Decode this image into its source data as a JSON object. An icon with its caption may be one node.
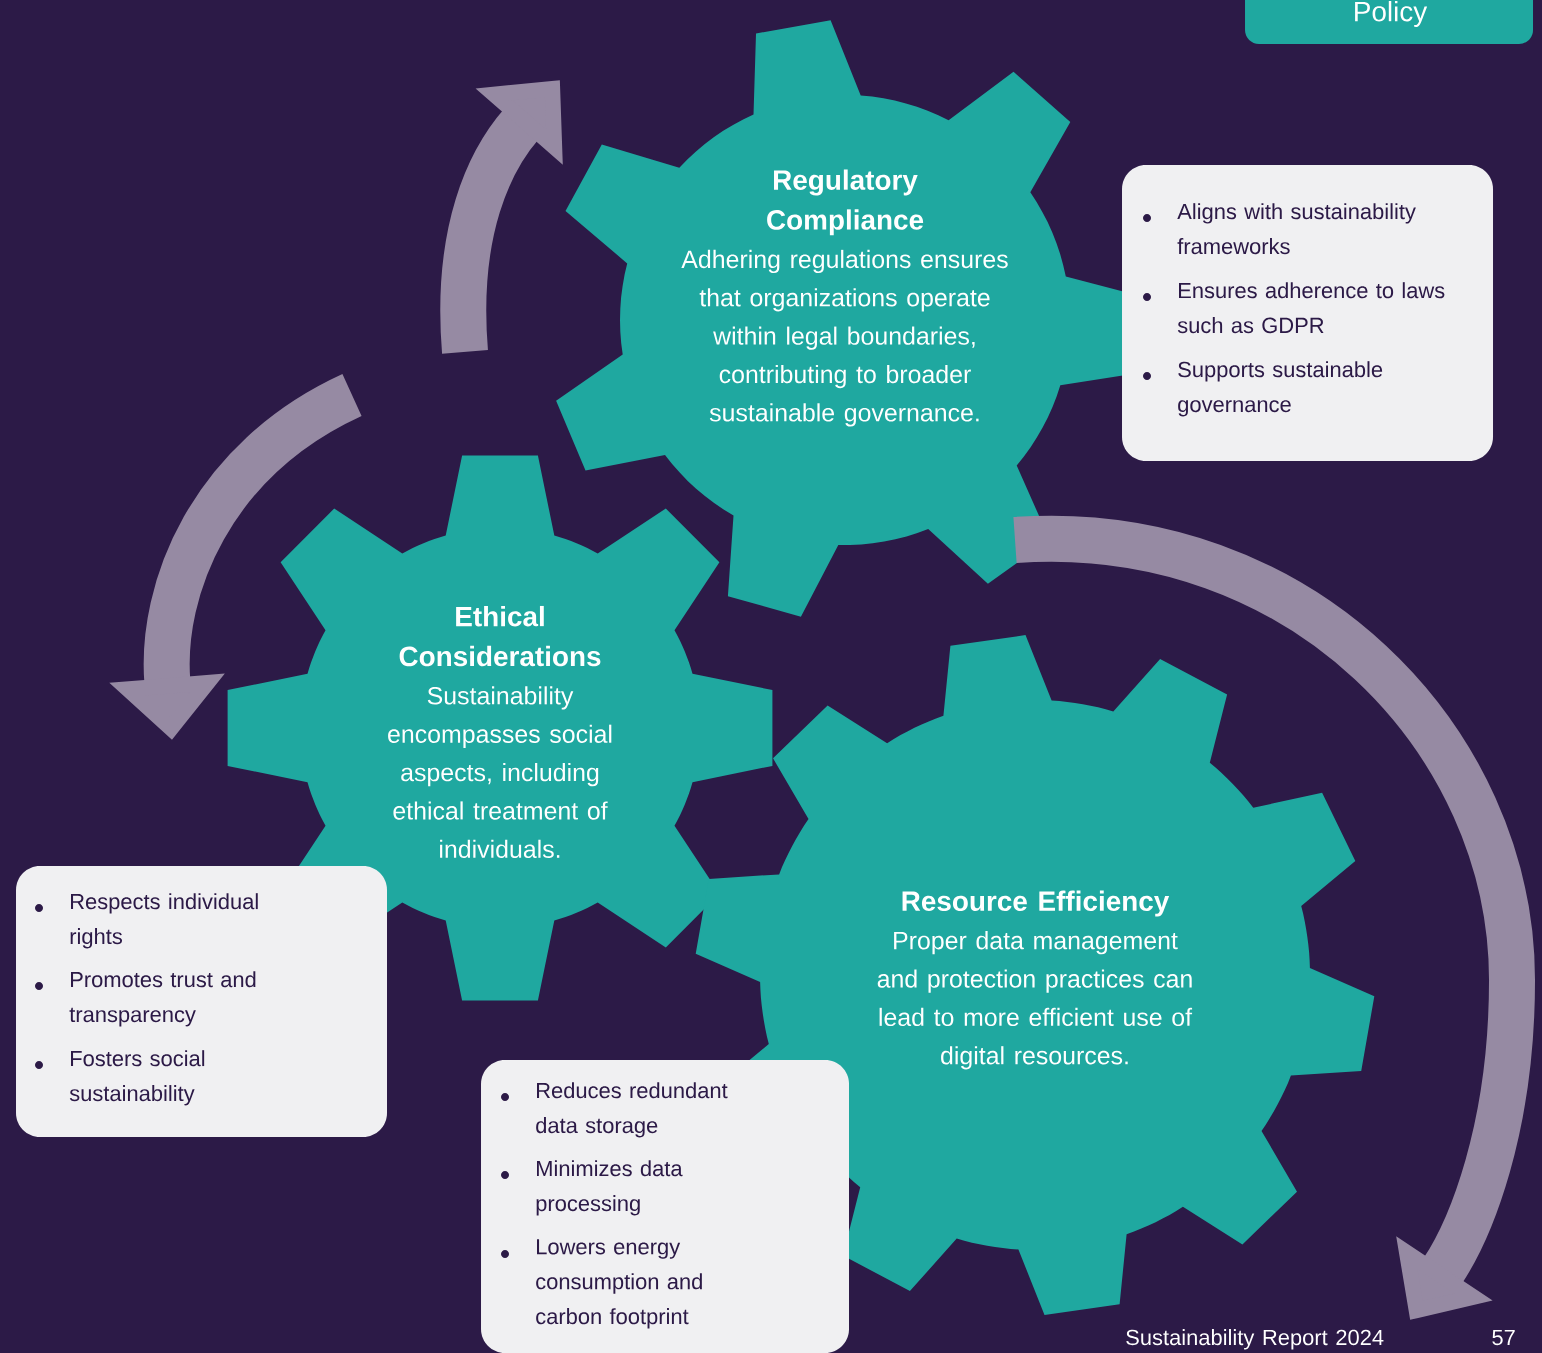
{
  "diagram": {
    "nodes": [
      {
        "text": [
          "Policy"
        ]
      },
      {
        "text": [
          "Regulatory Compliance",
          "Adhering regulations ensures that organizations operate within legal boundaries, contributing to broader sustainable governance."
        ]
      },
      {
        "text": [
          "Aligns with sustainability frameworks",
          "Ensures adherence to laws such as GDPR",
          "Supports sustainable governance"
        ]
      },
      {
        "text": [
          "Ethical Considerations",
          "Sustainability encompasses social aspects, including ethical treatment of individuals."
        ]
      },
      {
        "text": [
          "Respects individual rights",
          "Promotes trust and transparency",
          "Fosters social sustainability"
        ]
      },
      {
        "text": [
          "Resource Efficiency",
          "Proper data management and protection practices can lead to more efficient use of digital resources."
        ]
      },
      {
        "text": [
          "Reduces redundant data storage",
          "Minimizes data processing",
          "Lowers energy consumption and carbon footprint"
        ]
      }
    ],
    "labels": [
      "Sustainability Report 2024",
      "57"
    ]
  }
}
